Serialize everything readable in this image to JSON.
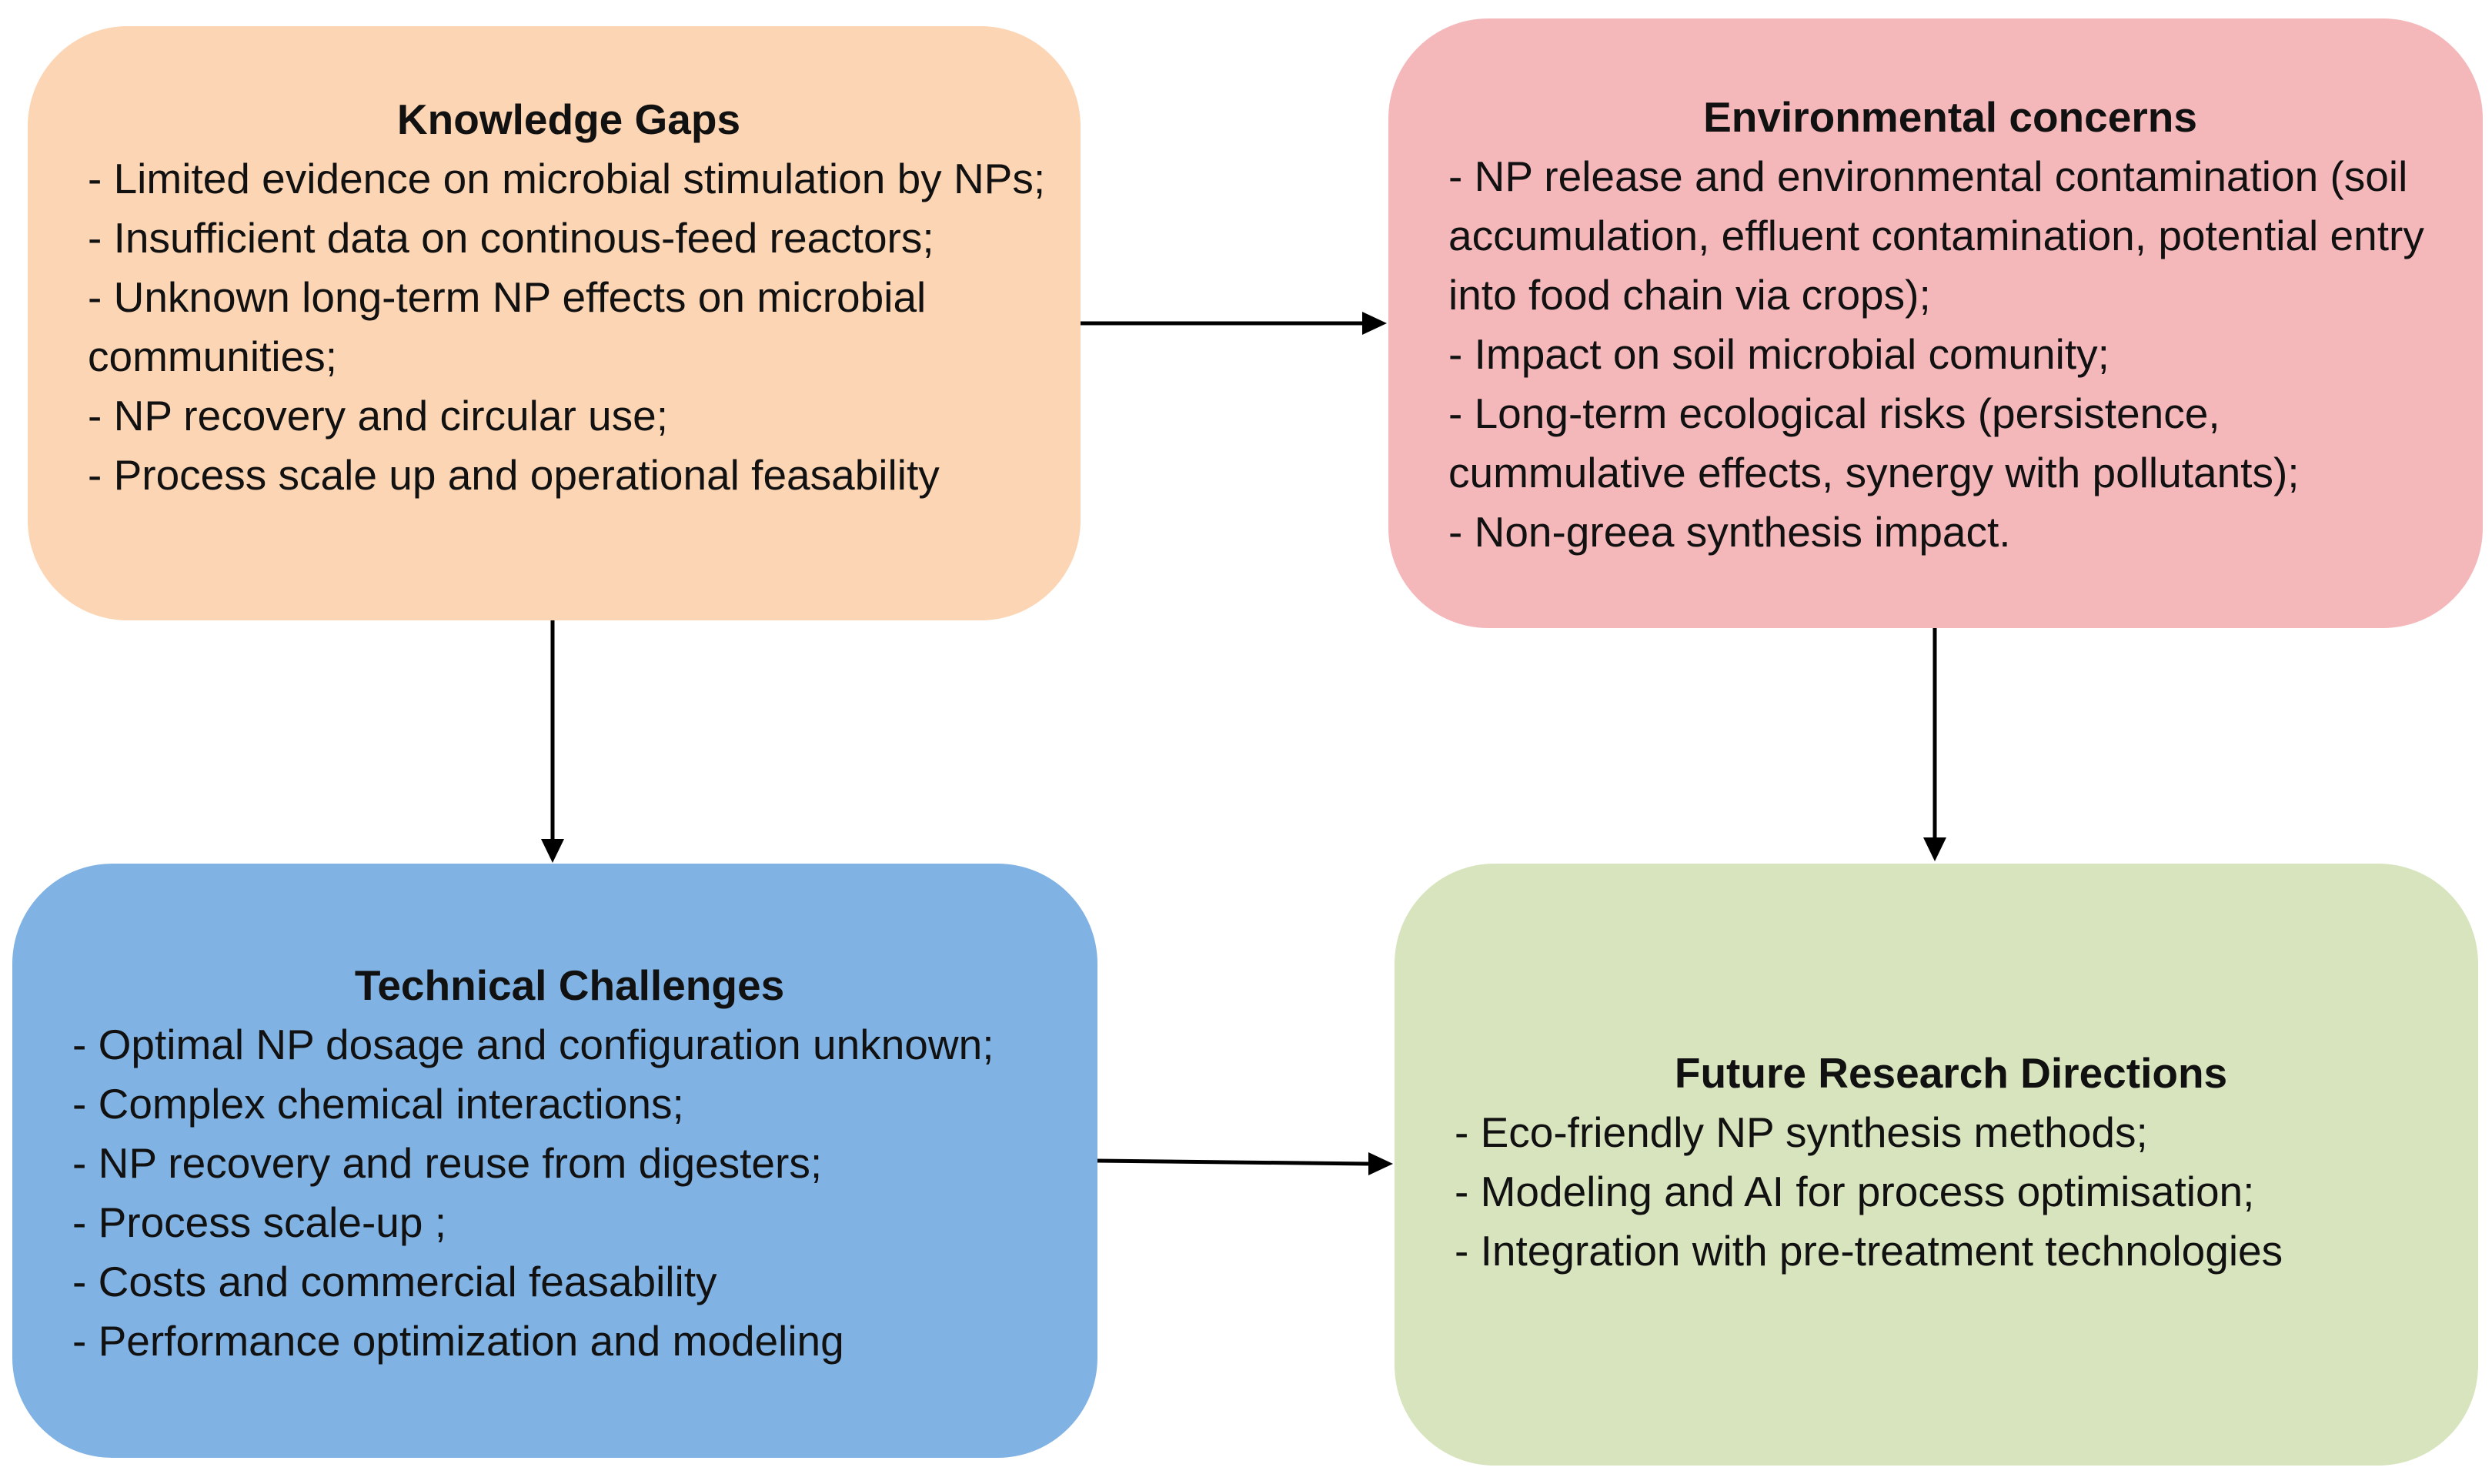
{
  "colors": {
    "knowledge_gaps": "#fcd5b4",
    "environmental_concerns": "#f4b8bb",
    "technical_challenges": "#80b2e3",
    "future_research": "#d7e4bd",
    "arrow": "#000000"
  },
  "knowledge_gaps": {
    "title": "Knowledge Gaps",
    "items": [
      "- Limited evidence on microbial stimulation by NPs;",
      "- Insufficient data on continous-feed reactors;",
      "- Unknown long-term NP effects on microbial communities;",
      "- NP recovery and circular use;",
      "- Process scale up and operational feasability"
    ]
  },
  "environmental_concerns": {
    "title": "Environmental concerns",
    "items": [
      "- NP release and environmental contamination (soil accumulation, effluent contamination, potential entry into food chain via crops);",
      "- Impact on soil microbial comunity;",
      "- Long-term ecological risks (persistence, cummulative effects, synergy with pollutants);",
      "- Non-greea synthesis impact."
    ]
  },
  "technical_challenges": {
    "title": "Technical Challenges",
    "items": [
      "- Optimal NP dosage and configuration unknown;",
      "- Complex chemical interactions;",
      "- NP recovery and reuse from digesters;",
      "- Process scale-up ;",
      "- Costs and commercial feasability",
      "- Performance optimization and modeling"
    ]
  },
  "future_research": {
    "title": "Future Research Directions",
    "items": [
      "- Eco-friendly NP synthesis methods;",
      "- Modeling and AI for process optimisation;",
      "- Integration with pre-treatment technologies"
    ]
  }
}
